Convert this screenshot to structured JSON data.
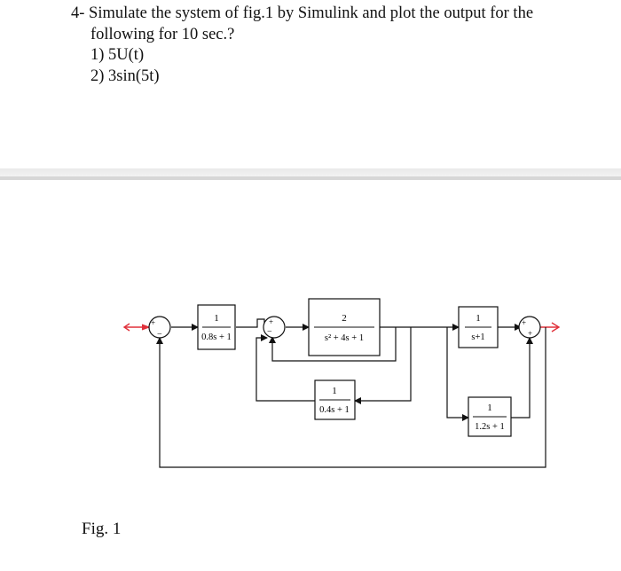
{
  "problem": {
    "line1": "4- Simulate the system of fig.1 by Simulink and plot the output for the",
    "line2": "following for 10 sec.?",
    "item1": "1) 5U(t)",
    "item2": "2) 3sin(5t)"
  },
  "figure": {
    "label": "Fig. 1",
    "blocks": {
      "g1": {
        "num": "1",
        "den": "0.8s + 1"
      },
      "g2": {
        "num": "2",
        "den": "s² + 4s + 1"
      },
      "g3": {
        "num": "1",
        "den": "0.4s + 1"
      },
      "g4": {
        "num": "1",
        "den": "s+1"
      },
      "g5": {
        "num": "1",
        "den": "1.2s + 1"
      }
    },
    "sums": {
      "sum1": {
        "signs": [
          "+",
          "−"
        ]
      },
      "sum2": {
        "signs": [
          "+",
          "−"
        ]
      },
      "sum3": {
        "signs": [
          "+",
          "+"
        ]
      }
    },
    "colors": {
      "line": "#111111",
      "input_arrow": "#e0303a",
      "output_arrow": "#e0303a"
    }
  }
}
